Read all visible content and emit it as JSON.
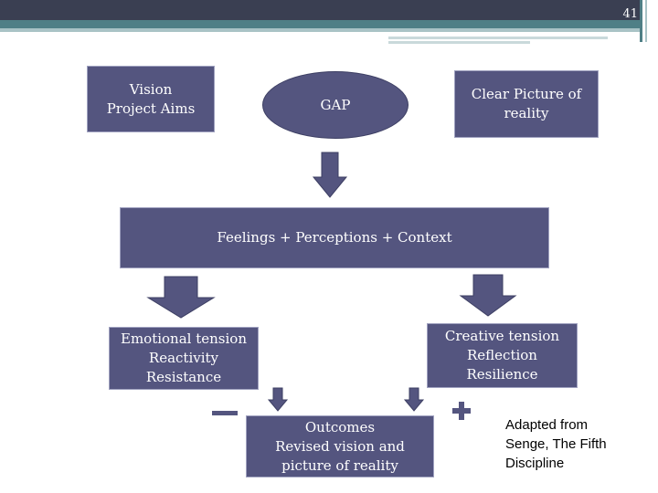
{
  "page_number": "41",
  "nodes": {
    "vision": "Vision\nProject Aims",
    "gap": "GAP",
    "reality": "Clear Picture of\nreality",
    "feelings": "Feelings + Perceptions + Context",
    "emotional": "Emotional tension\nReactivity\nResistance",
    "creative": "Creative tension\nReflection\nResilience",
    "outcomes": "Outcomes\nRevised vision and\npicture of reality"
  },
  "credit": "Adapted from\nSenge, The Fifth\nDiscipline",
  "colors": {
    "box_fill": "#54557f",
    "header_dark": "#3a3f52",
    "header_teal": "#4f7f86"
  }
}
